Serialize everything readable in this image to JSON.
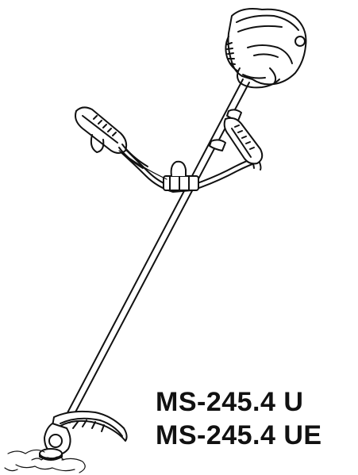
{
  "document": {
    "colors": {
      "ink": "#111111",
      "paper": "#ffffff"
    },
    "illustration": {
      "icon": "brush-cutter-line-drawing"
    },
    "models": [
      "MS-245.4 U",
      "MS-245.4 UE"
    ]
  }
}
